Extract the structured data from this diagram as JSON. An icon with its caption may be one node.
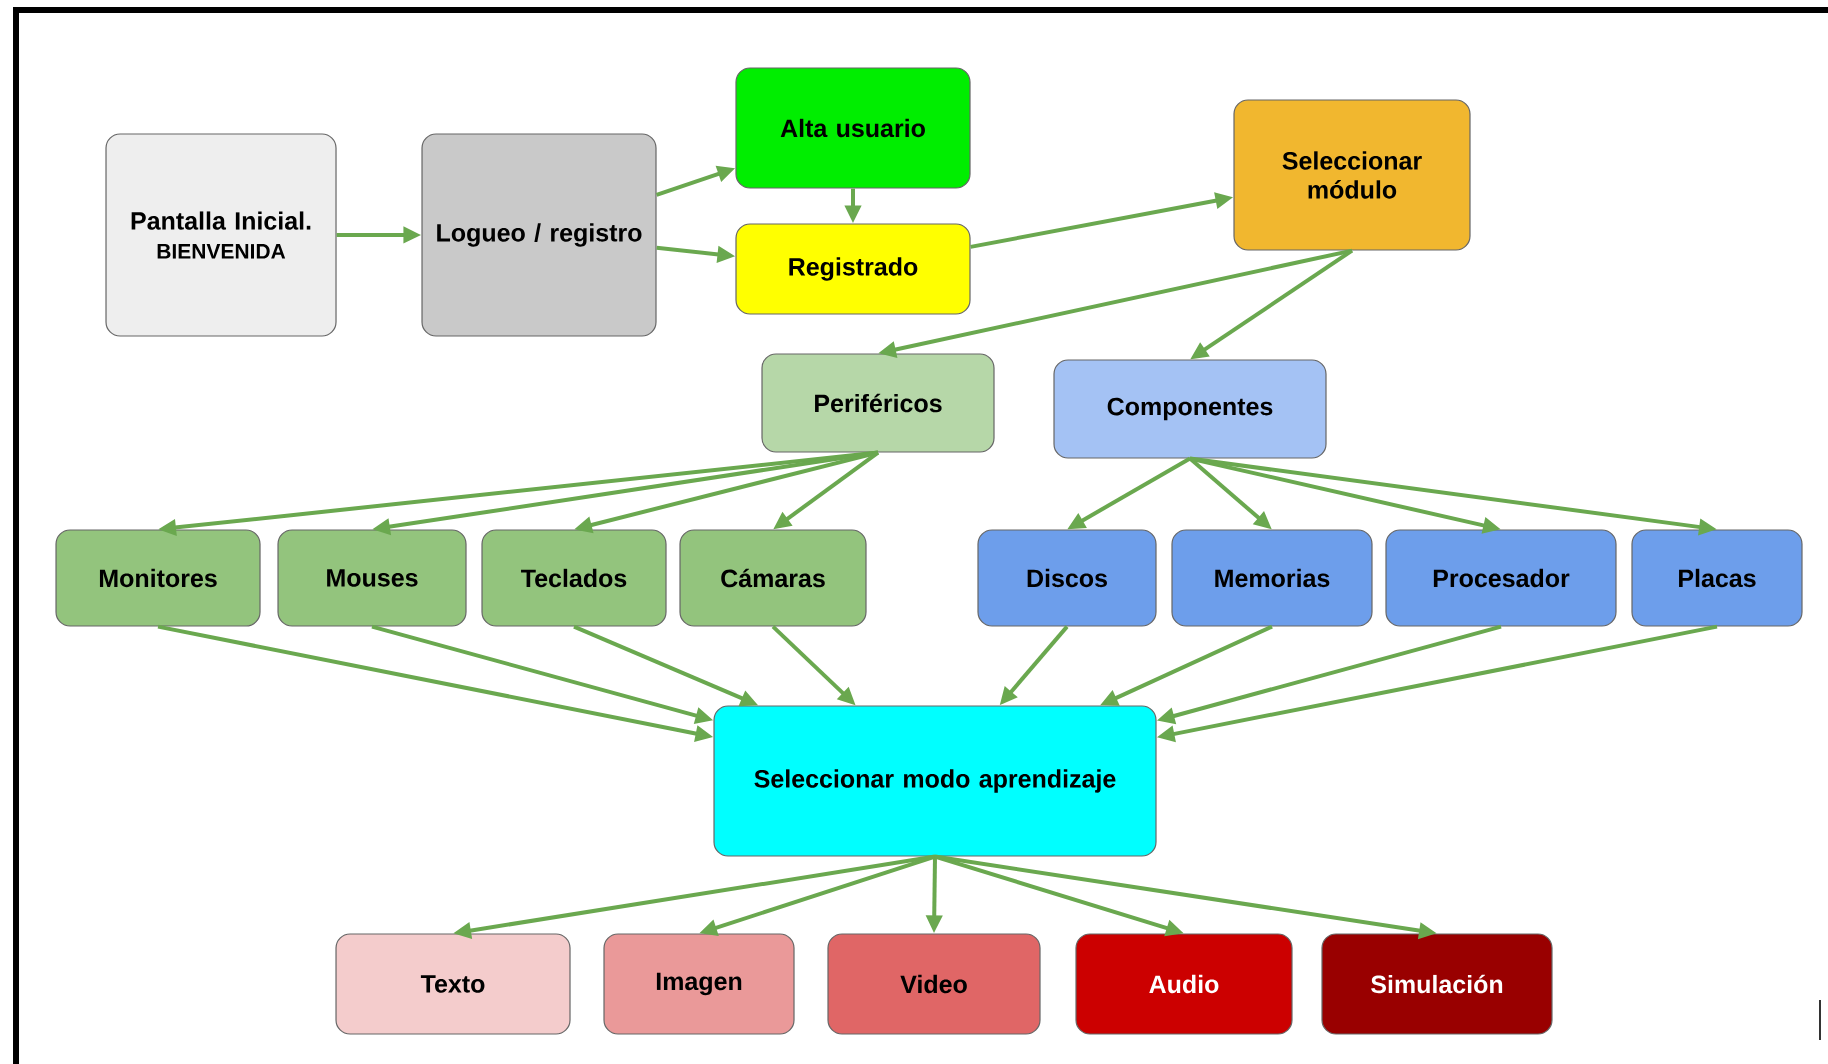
{
  "diagram": {
    "nodes": [
      {
        "text": [
          "Pantalla Inicial.",
          "BIENVENIDA"
        ]
      },
      {
        "text": [
          "Logueo / registro"
        ]
      },
      {
        "text": [
          "Alta usuario"
        ]
      },
      {
        "text": [
          "Registrado"
        ]
      },
      {
        "text": [
          "Seleccionar módulo"
        ]
      },
      {
        "text": [
          "Periféricos"
        ]
      },
      {
        "text": [
          "Componentes"
        ]
      },
      {
        "text": [
          "Monitores"
        ]
      },
      {
        "text": [
          "Mouses"
        ]
      },
      {
        "text": [
          "Teclados"
        ]
      },
      {
        "text": [
          "Cámaras"
        ]
      },
      {
        "text": [
          "Discos"
        ]
      },
      {
        "text": [
          "Memorias"
        ]
      },
      {
        "text": [
          "Procesador"
        ]
      },
      {
        "text": [
          "Placas"
        ]
      },
      {
        "text": [
          "Seleccionar modo aprendizaje"
        ]
      },
      {
        "text": [
          "Texto"
        ]
      },
      {
        "text": [
          "Imagen"
        ]
      },
      {
        "text": [
          "Video"
        ]
      },
      {
        "text": [
          "Audio"
        ]
      },
      {
        "text": [
          "Simulación"
        ]
      }
    ],
    "edges": [
      {
        "from": 0,
        "to": 1,
        "arrow": "to"
      },
      {
        "from": 1,
        "to": 2,
        "arrow": "to"
      },
      {
        "from": 1,
        "to": 3,
        "arrow": "to"
      },
      {
        "from": 2,
        "to": 3,
        "arrow": "to"
      },
      {
        "from": 3,
        "to": 4,
        "arrow": "to"
      },
      {
        "from": 4,
        "to": 5,
        "arrow": "to"
      },
      {
        "from": 4,
        "to": 6,
        "arrow": "to"
      },
      {
        "from": 5,
        "to": 7,
        "arrow": "to"
      },
      {
        "from": 5,
        "to": 8,
        "arrow": "to"
      },
      {
        "from": 5,
        "to": 9,
        "arrow": "to"
      },
      {
        "from": 5,
        "to": 10,
        "arrow": "to"
      },
      {
        "from": 6,
        "to": 11,
        "arrow": "to"
      },
      {
        "from": 6,
        "to": 12,
        "arrow": "to"
      },
      {
        "from": 6,
        "to": 13,
        "arrow": "to"
      },
      {
        "from": 6,
        "to": 14,
        "arrow": "to"
      },
      {
        "from": 7,
        "to": 15,
        "arrow": "to"
      },
      {
        "from": 8,
        "to": 15,
        "arrow": "to"
      },
      {
        "from": 9,
        "to": 15,
        "arrow": "to"
      },
      {
        "from": 10,
        "to": 15,
        "arrow": "to"
      },
      {
        "from": 11,
        "to": 15,
        "arrow": "to"
      },
      {
        "from": 12,
        "to": 15,
        "arrow": "to"
      },
      {
        "from": 13,
        "to": 15,
        "arrow": "to"
      },
      {
        "from": 14,
        "to": 15,
        "arrow": "to"
      },
      {
        "from": 15,
        "to": 16,
        "arrow": "to"
      },
      {
        "from": 15,
        "to": 17,
        "arrow": "to"
      },
      {
        "from": 15,
        "to": 18,
        "arrow": "to"
      },
      {
        "from": 15,
        "to": 19,
        "arrow": "to"
      },
      {
        "from": 15,
        "to": 20,
        "arrow": "to"
      }
    ]
  }
}
